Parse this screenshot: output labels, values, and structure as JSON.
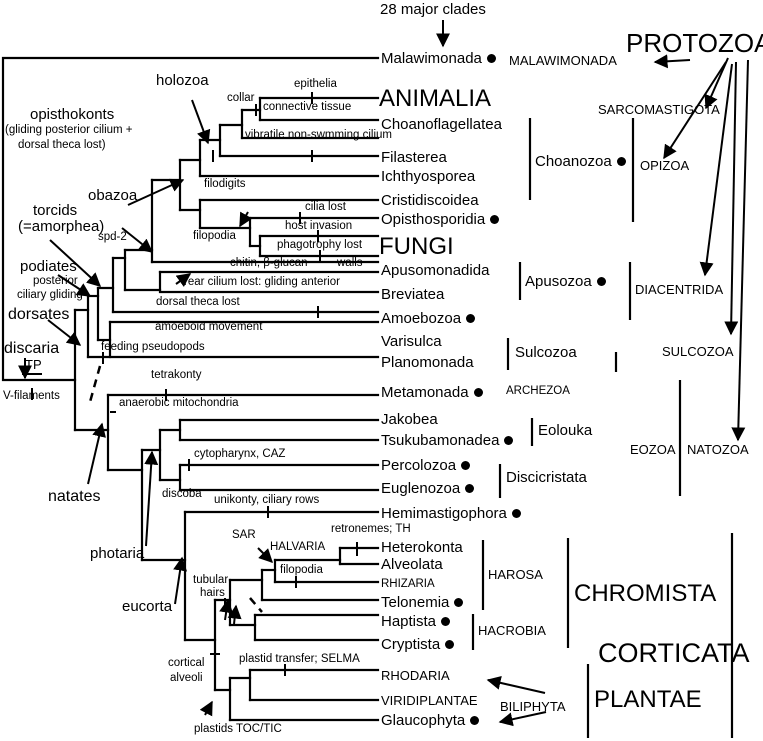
{
  "header": {
    "clades_label": "28 major clades"
  },
  "taxa": {
    "malawimonada": "Malawimonada",
    "animalia": "ANIMALIA",
    "choanoflagellatea": "Choanoflagellatea",
    "filasterea": "Filasterea",
    "ichthyosporea": "Ichthyosporea",
    "cristidiscoidea": "Cristidiscoidea",
    "opisthosporidia": "Opisthosporidia",
    "fungi": "FUNGI",
    "apusomonadida": "Apusomonadida",
    "breviatea": "Breviatea",
    "amoebozoa": "Amoebozoa",
    "varisulca": "Varisulca",
    "planomonada": "Planomonada",
    "metamonada": "Metamonada",
    "jakobea": "Jakobea",
    "tsukubamonadea": "Tsukubamonadea",
    "percolozoa": "Percolozoa",
    "euglenozoa": "Euglenozoa",
    "hemimastigophora": "Hemimastigophora",
    "heterokonta": "Heterokonta",
    "alveolata": "Alveolata",
    "rhizaria": "RHIZARIA",
    "telonemia": "Telonemia",
    "haptista": "Haptista",
    "cryptista": "Cryptista",
    "rhodaria": "RHODARIA",
    "viridiplantae": "VIRIDIPLANTAE",
    "glaucophyta": "Glaucophyta"
  },
  "groups": {
    "malawimonada": "MALAWIMONADA",
    "protozoa": "PROTOZOA",
    "sarcomastigota": "SARCOMASTIGOTA",
    "choanozoa": "Choanozoa",
    "opizoa": "OPIZOA",
    "apusozoa": "Apusozoa",
    "diacentrida": "DIACENTRIDA",
    "sulcozoa_phylum": "Sulcozoa",
    "sulcozoa": "SULCOZOA",
    "archezoa": "ARCHEZOA",
    "eolouka": "Eolouka",
    "eozoa": "EOZOA",
    "natozoa": "NATOZOA",
    "discicristata": "Discicristata",
    "harosa": "HAROSA",
    "chromista": "CHROMISTA",
    "hacrobia": "HACROBIA",
    "corticata": "CORTICATA",
    "plantae": "PLANTAE",
    "biliphyta": "BILIPHYTA"
  },
  "clades": {
    "holozoa": "holozoa",
    "opisthokonts": "opisthokonts",
    "opisthokonts_note1": "(gliding posterior cilium +",
    "opisthokonts_note2": "dorsal theca lost)",
    "obazoa": "obazoa",
    "torcids": "torcids",
    "torcids_note": "(=amorphea)",
    "podiates": "podiates",
    "dorsates": "dorsates",
    "discaria": "discaria",
    "natates": "natates",
    "photaria": "photaria",
    "eucorta": "eucorta",
    "discoba": "discoba",
    "sar": "SAR",
    "halvaria": "HALVARIA"
  },
  "characters": {
    "epithelia": "epithelia",
    "collar": "collar",
    "connective_tissue": "connective tissue",
    "vibratile": "vibratile non-swmming cilium",
    "filodigits": "filodigits",
    "cilia_lost": "cilia lost",
    "host_invasion": "host invasion",
    "filopodia": "filopodia",
    "phagotrophy_lost": "phagotrophy lost",
    "chitin": "chitin, β-glucan",
    "walls": "walls",
    "spd2": "spd-2",
    "rear_cilium": "rear cilium lost: gliding anterior",
    "posterior": "posterior",
    "ciliary_gliding": "ciliary gliding",
    "dorsal_theca": "dorsal theca lost",
    "amoeboid": "amoeboid movement",
    "feeding_pseudopods": "feeding pseudopods",
    "tp": "TP",
    "v_filaments": "V-filaments",
    "tetrakonty": "tetrakonty",
    "anaerobic": "anaerobic mitochondria",
    "cytopharynx": "cytopharynx, CAZ",
    "unikonty": "unikonty, ciliary rows",
    "retronemes": "retronemes; TH",
    "filopodia2": "filopodia",
    "tubular1": "tubular",
    "tubular2": "hairs",
    "plastid_transfer": "plastid transfer; SELMA",
    "cortical1": "cortical",
    "cortical2": "alveoli",
    "plastids": "plastids TOC/TIC"
  }
}
